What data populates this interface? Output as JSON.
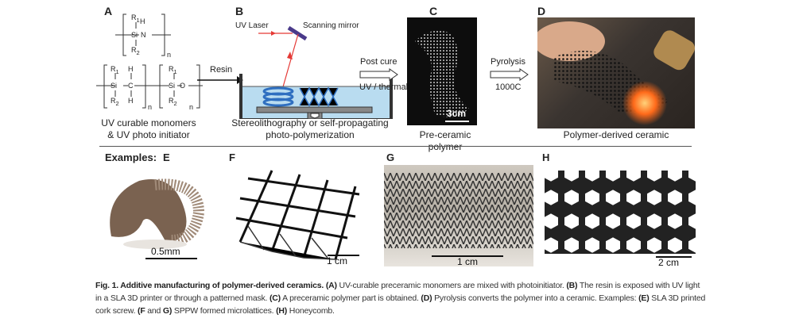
{
  "panels": {
    "A": {
      "label": "A",
      "caption_line1": "UV curable monomers",
      "caption_line2": "& UV photo initiator",
      "chem": {
        "r1": "R",
        "r2": "R",
        "sub1": "1",
        "sub2": "2",
        "si": "Si",
        "n_atom": "N",
        "c_atom": "C",
        "o_atom": "O",
        "h": "H",
        "n": "n"
      }
    },
    "B": {
      "label": "B",
      "uv_laser": "UV Laser",
      "scanning_mirror": "Scanning mirror",
      "resin": "Resin",
      "caption_line1": "Stereolithography or self-propagating",
      "caption_line2": "photo-polymerization"
    },
    "C": {
      "label": "C",
      "scale": "3cm",
      "caption": "Pre-ceramic polymer"
    },
    "D": {
      "label": "D",
      "caption": "Polymer-derived ceramic"
    },
    "arrows": {
      "post_cure": "Post cure",
      "uv_thermal": "UV / thermal",
      "pyrolysis": "Pyrolysis",
      "temp": "1000C"
    },
    "examples_label": "Examples:",
    "E": {
      "label": "E",
      "scale": "0.5mm"
    },
    "F": {
      "label": "F",
      "scale": "1 cm"
    },
    "G": {
      "label": "G",
      "scale": "1 cm"
    },
    "H": {
      "label": "H",
      "scale": "2 cm"
    }
  },
  "caption": {
    "title": "Fig. 1. Additive manufacturing of polymer-derived ceramics.",
    "a_tag": "(A)",
    "a_text": " UV-curable preceramic monomers are mixed with photoinitiator. ",
    "b_tag": "(B)",
    "b_text": " The resin is exposed with UV light in a SLA 3D printer or through a patterned mask. ",
    "c_tag": "(C)",
    "c_text": " A preceramic polymer part is obtained. ",
    "d_tag": "(D)",
    "d_text": " Pyrolysis converts the polymer into a ceramic. Examples: ",
    "e_tag": "(E)",
    "e_text": " SLA 3D printed cork screw. ",
    "fg_tag1": "(F",
    "fg_and": " and ",
    "fg_tag2": "G)",
    "fg_text": " SPPW formed microlattices. ",
    "h_tag": "(H)",
    "h_text": " Honeycomb."
  },
  "colors": {
    "laser": "#e53935",
    "mirror": "#4a3a8a",
    "resin": "#b9dcf0",
    "part": "#2f6fc0"
  }
}
